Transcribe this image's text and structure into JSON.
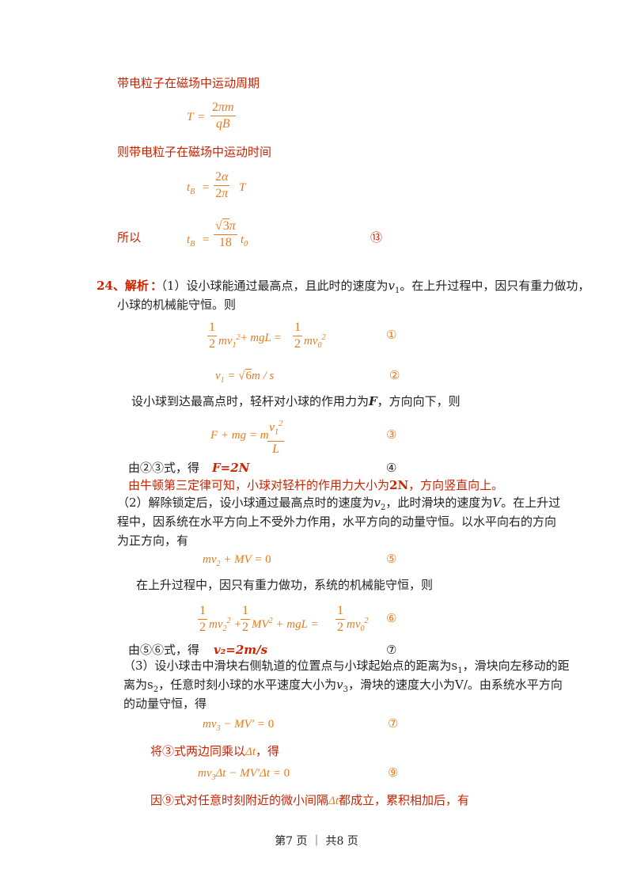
{
  "lines": {
    "l1": "带电粒子在磁场中运动周期",
    "l2": "则带电粒子在磁场中运动时间",
    "l3": "所以",
    "s24_head": "24、解析",
    "s24_colon": "：",
    "s24_p1a": "（1）设小球能通过最高点，且此时的速度为",
    "s24_p1a_tail": "。在上升过程中，因只有重力做功，",
    "s24_p1b": "小球的机械能守恒。则",
    "p2": "设小球到达最高点时，轻杆对小球的作用力为",
    "p2_tail": "，方向向下，则",
    "p3": "由②③式，得",
    "p3_res": "F=2N",
    "p4": "由牛顿第三定律可知，小球对轻杆的作用力大小为",
    "p4_val": "2N",
    "p4_tail": "，方向竖直向上。",
    "p5a": "（2）解除锁定后，设小球通过最高点时的速度为",
    "p5a_mid": "，此时滑块的速度为",
    "p5a_tail": "。在上升过",
    "p5b": "程中，因系统在水平方向上不受外力作用，水平方向的动量守恒。以水平向右的方向",
    "p5c": "为正方向，有",
    "p6": "在上升过程中，因只有重力做功，系统的机械能守恒，则",
    "p7": "由⑤⑥式，得",
    "p7_res": "v₂=2m/s",
    "p8a": "（3）设小球击中滑块右侧轨道的位置点与小球起始点的距离为",
    "p8a_tail": "，滑块向左移动的距",
    "p8b": "离为",
    "p8b_mid": "，任意时刻小球的水平速度大小为",
    "p8b_mid2": "，滑块的速度大小为",
    "p8b_tail": "。由系统水平方向",
    "p8c": "的动量守恒，得",
    "p9": "将③式两边同乘以",
    "p9_tail": "，得",
    "p10": "因⑨式对任意时刻附近的微小间隔",
    "p10_tail": "都成立，累积相加后，有"
  },
  "circled": {
    "c13": "⑬",
    "c1": "①",
    "c2": "②",
    "c3": "③",
    "c4": "④",
    "c5": "⑤",
    "c6": "⑥",
    "c7": "⑦",
    "c7b": "⑦",
    "c9": "⑨"
  },
  "footer": "第7 页 ｜ 共8 页",
  "colors": {
    "heading": "#cc2200",
    "formula": "#e87a1c",
    "text": "#222222"
  }
}
